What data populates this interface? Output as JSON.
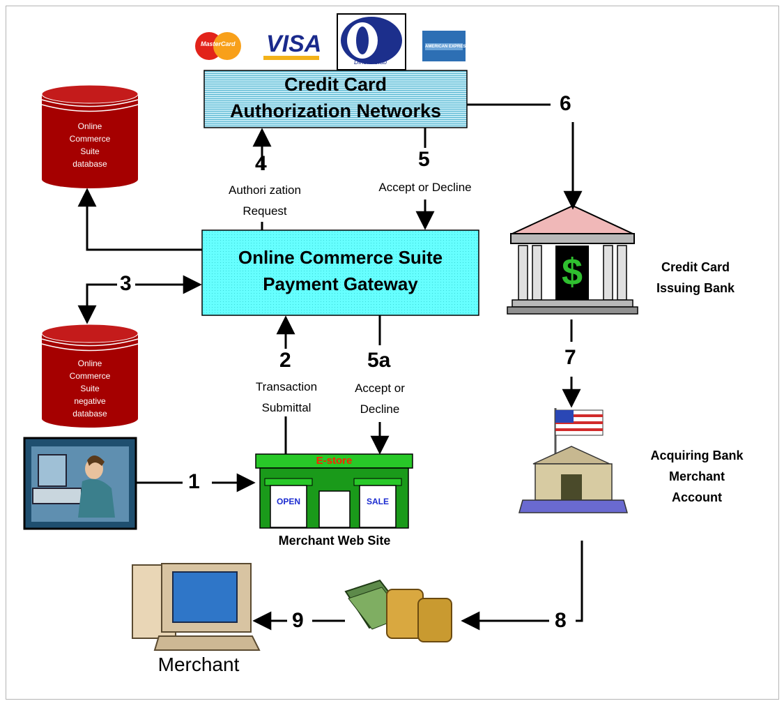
{
  "card_logos": {
    "mastercard": "MasterCard",
    "visa": "VISA",
    "diners": "Diners Club",
    "amex": "AMERICAN EXPRESS"
  },
  "networks_box": {
    "line1": "Credit Card",
    "line2": "Authorization Networks"
  },
  "gateway_box": {
    "line1": "Online Commerce Suite",
    "line2": "Payment Gateway"
  },
  "db_main": {
    "line1": "Online",
    "line2": "Commerce",
    "line3": "Suite",
    "line4": "database"
  },
  "db_negative": {
    "line1": "Online",
    "line2": "Commerce",
    "line3": "Suite",
    "line4": "negative",
    "line5": "database"
  },
  "steps": {
    "s1": "1",
    "s2": "2",
    "s3": "3",
    "s4": "4",
    "s5": "5",
    "s5a": "5a",
    "s6": "6",
    "s7": "7",
    "s8": "8",
    "s9": "9"
  },
  "labels": {
    "auth_request_1": "Authori zation",
    "auth_request_2": "Request",
    "accept_decline_top": "Accept or Decline",
    "transaction_1": "Transaction",
    "transaction_2": "Submittal",
    "accept_decline_2a": "Accept or",
    "accept_decline_2b": "Decline",
    "issuing_bank_1": "Credit Card",
    "issuing_bank_2": "Issuing Bank",
    "acquiring_1": "Acquiring Bank",
    "acquiring_2": "Merchant",
    "acquiring_3": "Account",
    "merchant_site": "Merchant Web Site",
    "merchant": "Merchant"
  },
  "store": {
    "sign": "E-store",
    "open": "OPEN",
    "sale": "SALE"
  },
  "bank_symbol": "$",
  "colors": {
    "db_red": "#a50000",
    "gateway_fill": "#66ffff",
    "networks_fill": "#99ddee",
    "store_green": "#1a9a1a",
    "estore_text": "#ff2200"
  }
}
